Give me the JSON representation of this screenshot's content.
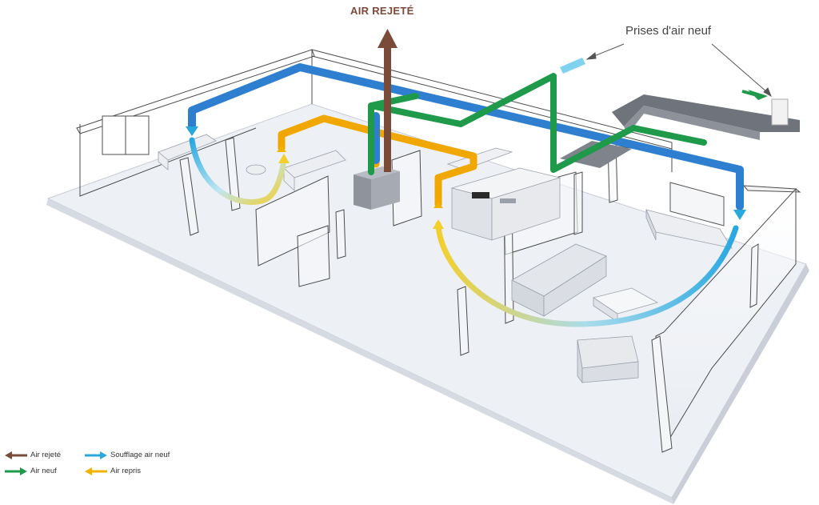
{
  "labels": {
    "exhaust_top": "AIR REJETÉ",
    "fresh_inlets": "Prises d'air neuf"
  },
  "legend": {
    "items": [
      {
        "label": "Air rejeté",
        "color": "#7b4b3a"
      },
      {
        "label": "Soufflage air neuf",
        "color": "#29a8e0"
      },
      {
        "label": "Air neuf",
        "color": "#1e9a4a"
      },
      {
        "label": "Air repris",
        "color": "#f0b400"
      }
    ]
  },
  "colors": {
    "exhaust": "#7b4b3a",
    "supply": "#2f7fd0",
    "fresh": "#1e9a4a",
    "extract": "#f0b400",
    "floor": "#eef0f4",
    "wall_line": "#555555"
  }
}
